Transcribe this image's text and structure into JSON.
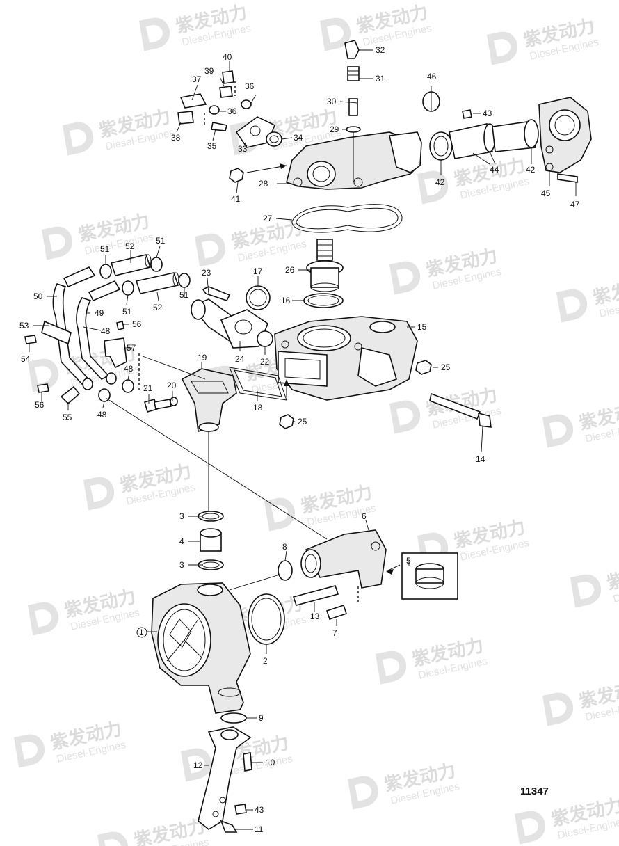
{
  "watermark": {
    "brand": "紫发动力",
    "sub": "Diesel-Engines"
  },
  "drawing_number": "11347",
  "labels": [
    "1",
    "2",
    "3",
    "3",
    "4",
    "5",
    "6",
    "7",
    "8",
    "9",
    "10",
    "11",
    "12",
    "13",
    "14",
    "15",
    "16",
    "17",
    "18",
    "19",
    "20",
    "21",
    "22",
    "23",
    "24",
    "25",
    "25",
    "26",
    "27",
    "28",
    "29",
    "30",
    "31",
    "32",
    "33",
    "34",
    "35",
    "36",
    "36",
    "37",
    "38",
    "39",
    "40",
    "41",
    "42",
    "42",
    "43",
    "43",
    "44",
    "45",
    "46",
    "47",
    "48",
    "48",
    "48",
    "49",
    "50",
    "51",
    "51",
    "51",
    "52",
    "52",
    "53",
    "54",
    "55",
    "56",
    "56",
    "57"
  ]
}
